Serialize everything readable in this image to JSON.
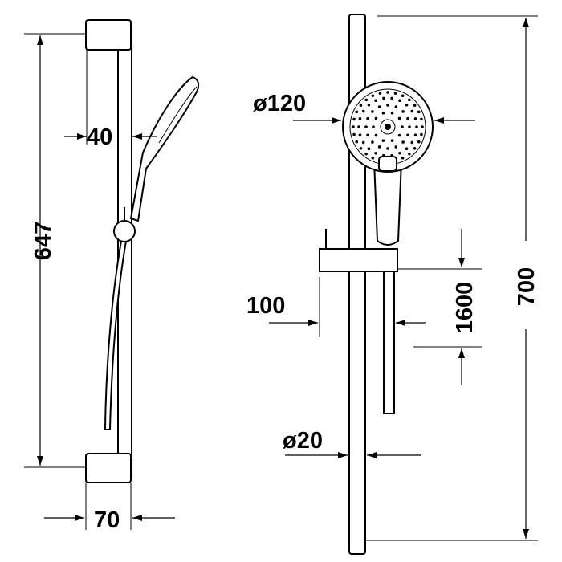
{
  "drawing": {
    "side_view": {
      "height_label": "647",
      "offset_label": "40",
      "bracket_width_label": "70"
    },
    "front_view": {
      "head_diameter_label": "ø120",
      "holder_depth_label": "100",
      "hose_length_label": "1600",
      "bar_length_label": "700",
      "bar_diameter_label": "ø20"
    },
    "colors": {
      "line": "#000000",
      "background": "#ffffff"
    }
  }
}
